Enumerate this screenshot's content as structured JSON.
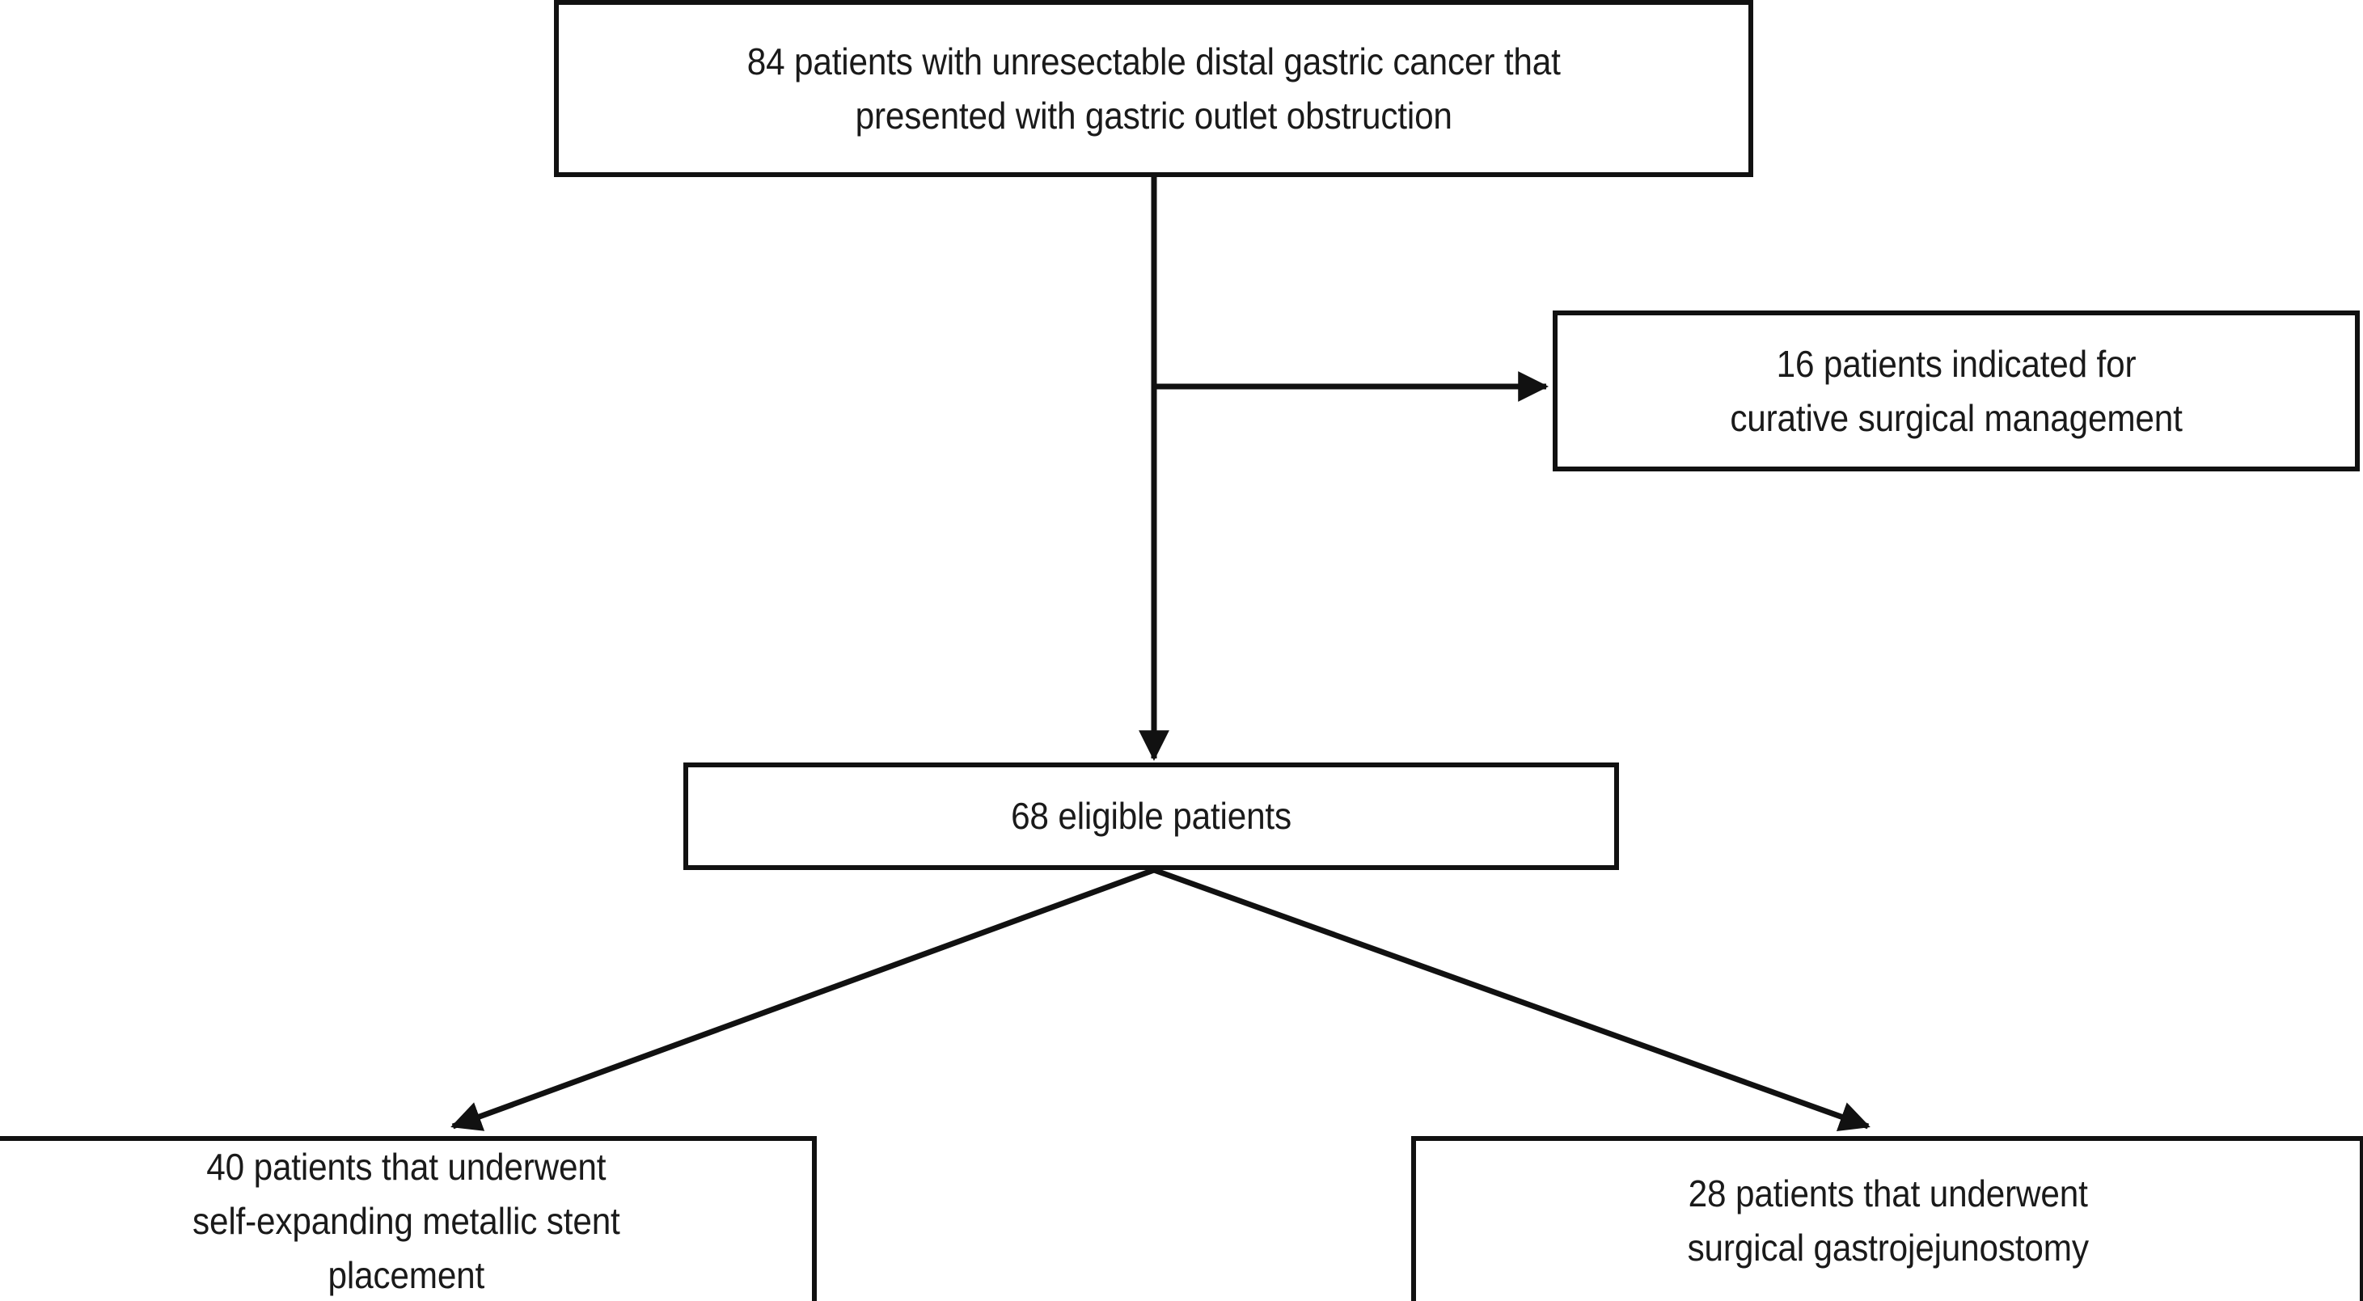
{
  "diagram": {
    "title": "Patient enrollment flow diagram",
    "type": "flowchart",
    "stroke_color": "#111111",
    "background_color": "#ffffff",
    "text_color": "#1a1a1a",
    "nodes": [
      {
        "id": "top",
        "label": "84 patients with unresectable distal gastric cancer that\npresented with gastric outlet obstruction",
        "count": 84,
        "lines": [
          "84 patients with unresectable distal gastric cancer that",
          "presented with gastric outlet obstruction"
        ]
      },
      {
        "id": "surgical",
        "label": "16 patients indicated for\ncurative surgical management",
        "count": 16,
        "lines": [
          "16 patients indicated for",
          "curative surgical management"
        ]
      },
      {
        "id": "eligible",
        "label": "68 eligible patients",
        "count": 68,
        "lines": [
          "68 eligible patients"
        ]
      },
      {
        "id": "stent",
        "label": "40 patients that underwent\nself-expanding metallic stent\nplacement",
        "count": 40,
        "lines": [
          "40 patients that underwent",
          "self-expanding metallic stent",
          "placement"
        ]
      },
      {
        "id": "gastrojejunostomy",
        "label": "28 patients that underwent\nsurgical gastrojejunostomy",
        "count": 28,
        "lines": [
          "28 patients that underwent",
          "surgical gastrojejunostomy"
        ]
      }
    ],
    "edges": [
      {
        "id": "top-to-eligible",
        "from": "top",
        "to": "eligible",
        "style": "straight-down",
        "arrowhead": true
      },
      {
        "id": "top-to-surgical",
        "from": "top",
        "to": "surgical",
        "style": "elbow-right",
        "arrowhead": true
      },
      {
        "id": "eligible-to-stent",
        "from": "eligible",
        "to": "stent",
        "style": "diagonal-left",
        "arrowhead": true
      },
      {
        "id": "eligible-to-gj",
        "from": "eligible",
        "to": "gastrojejunostomy",
        "style": "diagonal-right",
        "arrowhead": true
      }
    ]
  }
}
